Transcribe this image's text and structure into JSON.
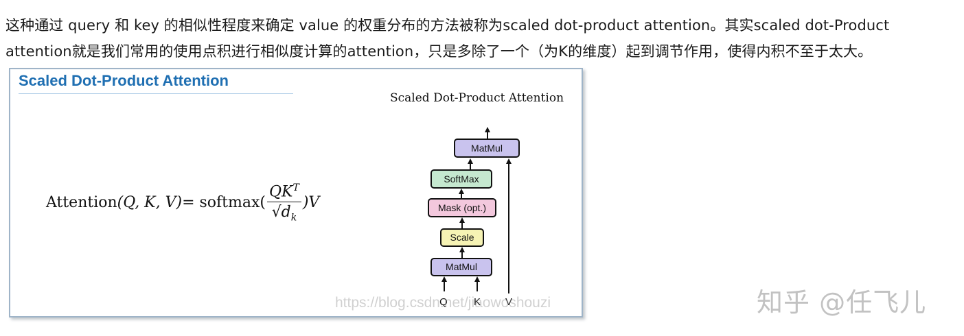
{
  "article": {
    "paragraph": "这种通过 query 和 key 的相似性程度来确定 value 的权重分布的方法被称为scaled dot-product attention。其实scaled dot-Product attention就是我们常用的使用点积进行相似度计算的attention，只是多除了一个（为K的维度）起到调节作用，使得内积不至于太大。"
  },
  "figure": {
    "slide_title": "Scaled Dot-Product Attention",
    "formula": {
      "lhs": "Attention",
      "args": "(Q, K, V)",
      "eq": " = softmax(",
      "num": "QK",
      "num_sup": "T",
      "den": "√d",
      "den_sub": "k",
      "tail": ")V"
    },
    "diagram": {
      "title": "Scaled Dot-Product Attention",
      "blocks": {
        "matmul_top": "MatMul",
        "softmax": "SoftMax",
        "mask": "Mask (opt.)",
        "scale": "Scale",
        "matmul_bottom": "MatMul"
      },
      "inputs": {
        "q": "Q",
        "k": "K",
        "v": "V"
      },
      "colors": {
        "matmul": "#c9c3ee",
        "softmax": "#c5e8cf",
        "mask": "#f3c8dd",
        "scale": "#f6f3b4"
      }
    },
    "watermark": "https://blog.csdn.net/jiaowoshouzi"
  },
  "brand": {
    "text": "知乎 @任飞儿"
  }
}
